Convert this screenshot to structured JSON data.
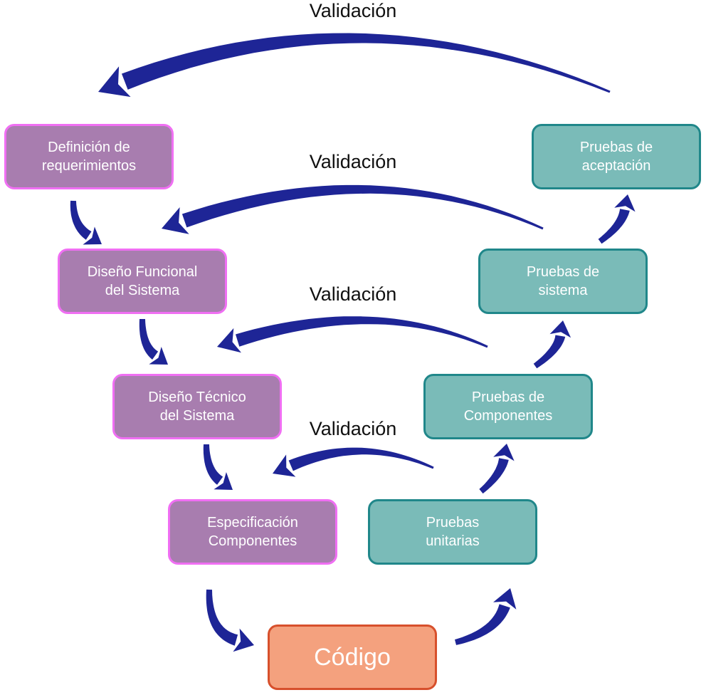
{
  "colors": {
    "arrow": "#1e2596",
    "left_fill": "#a87daf",
    "left_border": "#f06ff3",
    "right_fill": "#7abbb8",
    "right_border": "#20878a",
    "code_fill": "#f4a17e",
    "code_border": "#d7502c"
  },
  "left_column": [
    {
      "label": "Definición de\nrequerimientos"
    },
    {
      "label": "Diseño Funcional\ndel Sistema"
    },
    {
      "label": "Diseño Técnico\ndel Sistema"
    },
    {
      "label": "Especificación\nComponentes"
    }
  ],
  "right_column": [
    {
      "label": "Pruebas de\naceptación"
    },
    {
      "label": "Pruebas de\nsistema"
    },
    {
      "label": "Pruebas de\nComponentes"
    },
    {
      "label": "Pruebas\nunitarias"
    }
  ],
  "bottom": {
    "label": "Código"
  },
  "validations": [
    {
      "label": "Validación"
    },
    {
      "label": "Validación"
    },
    {
      "label": "Validación"
    },
    {
      "label": "Validación"
    }
  ]
}
